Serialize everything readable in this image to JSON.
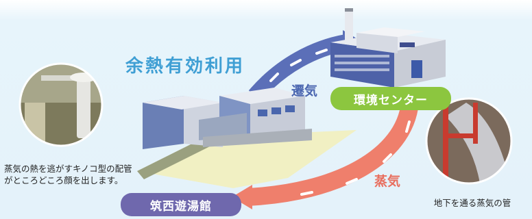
{
  "title": "余熱有効利用",
  "labels": {
    "center": "環境センター",
    "bath": "筑西遊湯館",
    "flow_top": "遷気",
    "flow_bottom": "蒸気"
  },
  "captions": {
    "left": "蒸気の熱を逃がすキノコ型の配管がところどころ顔を出します。",
    "right": "地下を通る蒸気の管"
  },
  "colors": {
    "title": "#3f9fd4",
    "center_pill": "#8cc63f",
    "bath_pill": "#6f68ad",
    "arrow_top": "#5b6fb8",
    "arrow_bottom": "#ef7f6c"
  }
}
